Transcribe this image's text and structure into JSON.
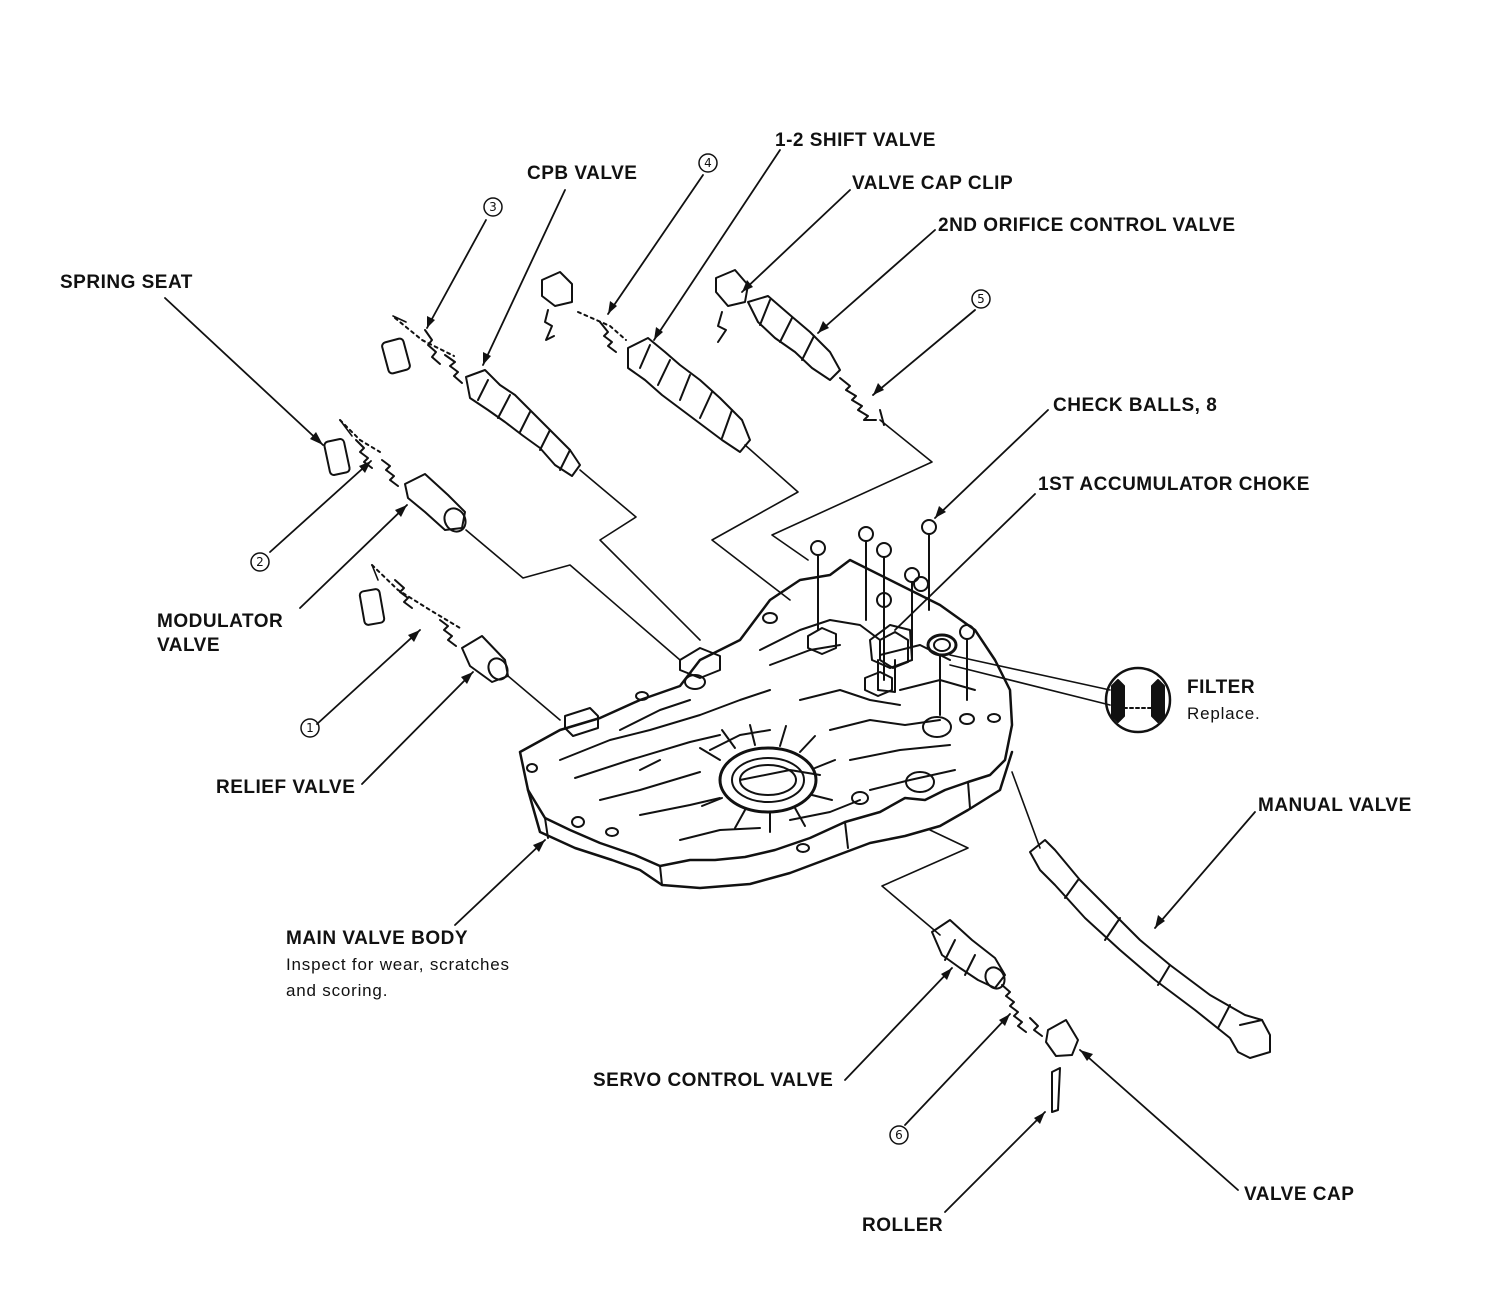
{
  "labels": {
    "spring_seat": "SPRING SEAT",
    "cpb_valve": "CPB VALVE",
    "shift_valve_12": "1-2 SHIFT VALVE",
    "valve_cap_clip": "VALVE CAP CLIP",
    "orifice_control_2nd": "2ND ORIFICE CONTROL VALVE",
    "check_balls": "CHECK BALLS, 8",
    "accumulator_choke_1st": "1ST ACCUMULATOR CHOKE",
    "modulator_valve_line1": "MODULATOR",
    "modulator_valve_line2": "VALVE",
    "filter": "FILTER",
    "filter_note": "Replace.",
    "relief_valve": "RELIEF VALVE",
    "manual_valve": "MANUAL VALVE",
    "main_valve_body": "MAIN VALVE BODY",
    "main_valve_body_note_line1": "Inspect for wear, scratches",
    "main_valve_body_note_line2": "and scoring.",
    "servo_control_valve": "SERVO CONTROL VALVE",
    "valve_cap": "VALVE CAP",
    "roller": "ROLLER"
  },
  "callouts": [
    "1",
    "2",
    "3",
    "4",
    "5",
    "6"
  ]
}
